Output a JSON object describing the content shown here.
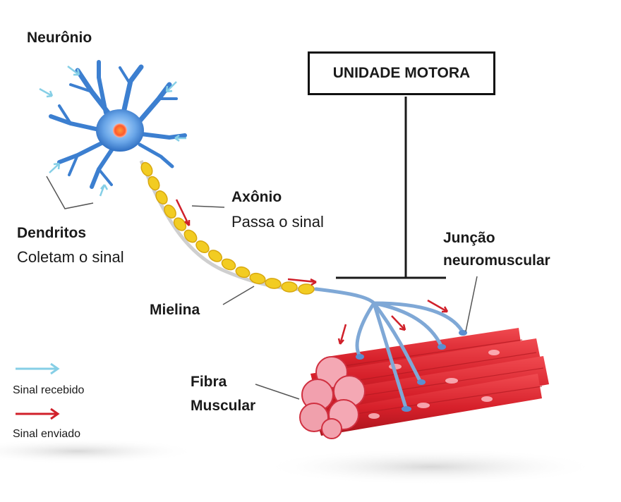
{
  "title": "UNIDADE MOTORA",
  "labels": {
    "neuron": "Neurônio",
    "dendrites": "Dendritos",
    "dendrites_desc": "Coletam o sinal",
    "axon": "Axônio",
    "axon_desc": "Passa o sinal",
    "myelin": "Mielina",
    "junction_line1": "Junção",
    "junction_line2": "neuromuscular",
    "fiber_line1": "Fibra",
    "fiber_line2": "Muscular"
  },
  "legend": {
    "received": "Sinal recebido",
    "sent": "Sinal enviado"
  },
  "colors": {
    "received_arrow": "#86cfe6",
    "sent_arrow": "#d0202a",
    "neuron": "#3c7fd0",
    "myelin": "#f2cc22",
    "muscle": "#d8222c",
    "nerve_branch": "#7fa8d6"
  }
}
